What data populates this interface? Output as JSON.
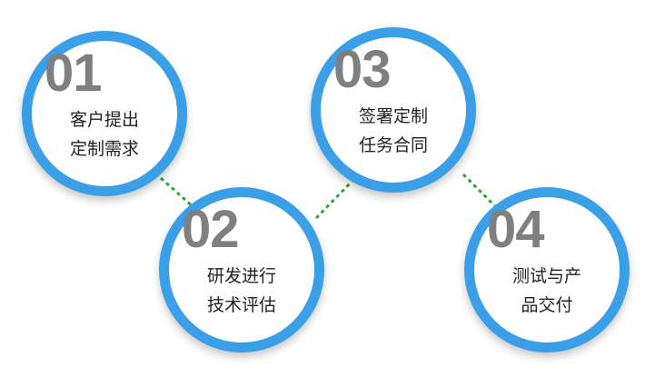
{
  "colors": {
    "ring": "#3a9fe6",
    "number": "#7f7f7f",
    "text": "#222222",
    "connector": "#33a43a"
  },
  "steps": [
    {
      "number": "01",
      "line1": "客户提出",
      "line2": "定制需求"
    },
    {
      "number": "02",
      "line1": "研发进行",
      "line2": "技术评估"
    },
    {
      "number": "03",
      "line1": "签署定制",
      "line2": "任务合同"
    },
    {
      "number": "04",
      "line1": "测试与产",
      "line2": "品交付"
    }
  ]
}
